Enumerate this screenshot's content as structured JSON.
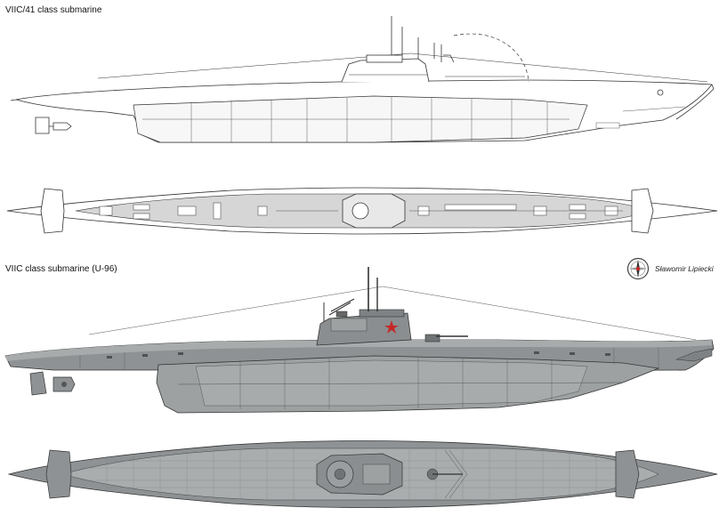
{
  "titles": {
    "upper": "VIIC/41 class submarine",
    "lower": "VIIC class submarine (U-96)"
  },
  "author": {
    "name": "Sławomir Lipiecki",
    "logo_icon": "compass-rose-logo-icon"
  },
  "colors": {
    "outline": "#333333",
    "deck_light": "#d6d6d6",
    "hull_gray": "#8e9294",
    "hull_dark": "#6f7375",
    "deck_gray": "#a9adae"
  }
}
